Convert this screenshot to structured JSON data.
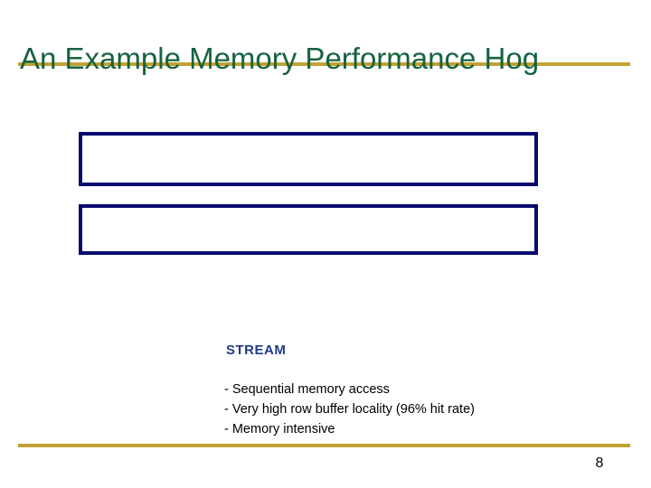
{
  "slide": {
    "title": "An Example Memory Performance Hog",
    "page_number": "8",
    "colors": {
      "title_green": "#16633F",
      "gold_rule": "#C2A233",
      "navy_border": "#0A0A6E",
      "stream_blue": "#1F3C86",
      "body_black": "#000000",
      "background": "#FFFFFF"
    },
    "placeholders": [
      {
        "label": ""
      },
      {
        "label": ""
      }
    ],
    "caption": {
      "heading": "STREAM",
      "bullets": [
        "- Sequential memory access",
        "- Very high row buffer locality (96% hit rate)",
        "- Memory intensive"
      ]
    }
  }
}
